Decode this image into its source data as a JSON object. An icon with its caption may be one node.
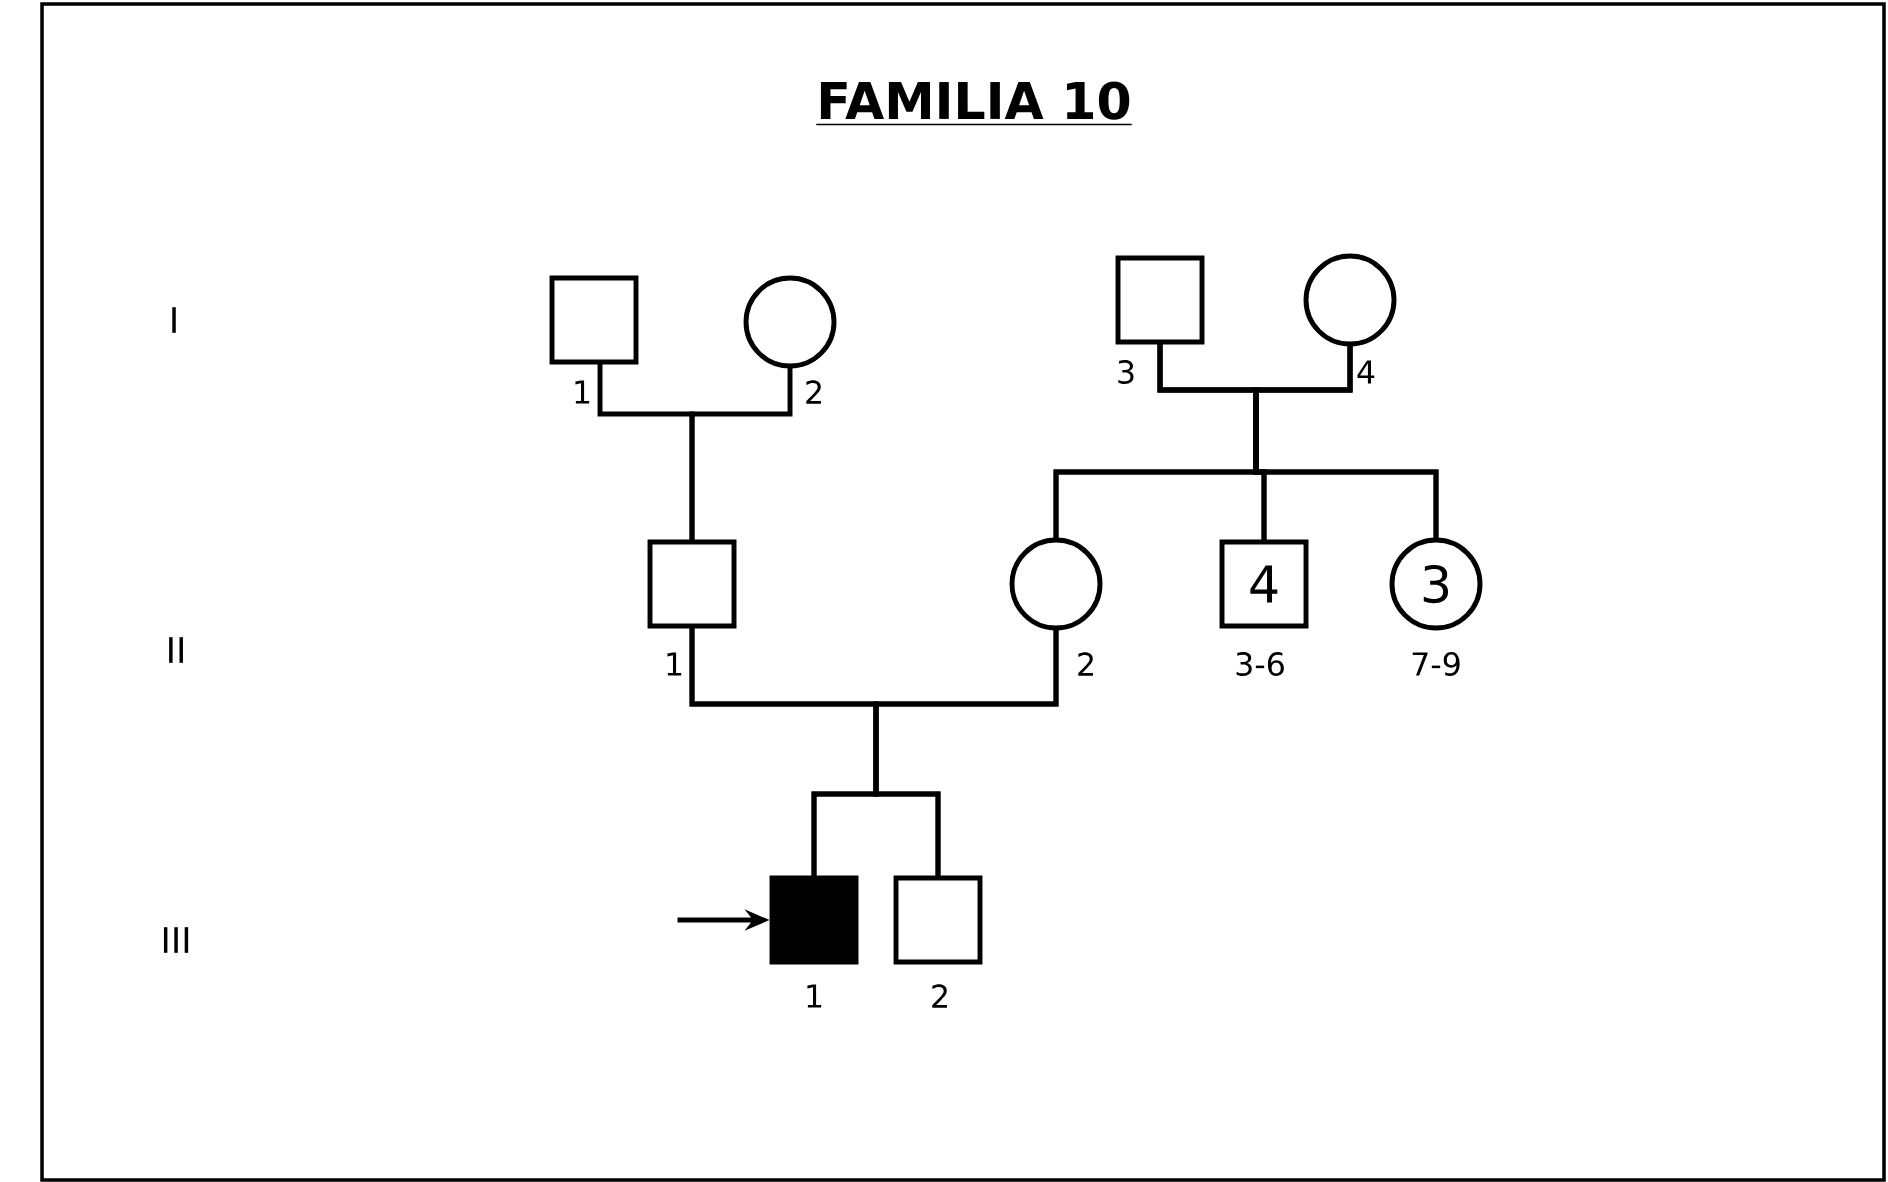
{
  "diagram": {
    "title": "FAMILIA 10",
    "nodes": [
      {
        "text": [],
        "shape": "box",
        "beside": [
          "1"
        ]
      },
      {
        "text": [],
        "shape": "circle",
        "beside": [
          "2"
        ]
      },
      {
        "text": [],
        "shape": "box",
        "beside": [
          "3"
        ]
      },
      {
        "text": [],
        "shape": "circle",
        "beside": [
          "4"
        ]
      },
      {
        "text": [],
        "shape": "box",
        "beside": [
          "1"
        ]
      },
      {
        "text": [],
        "shape": "circle",
        "beside": [
          "2"
        ]
      },
      {
        "text": [
          "4"
        ],
        "beside": [
          "3-6"
        ]
      },
      {
        "text": [
          "3"
        ],
        "beside": [
          "7-9"
        ]
      },
      {
        "text": [],
        "shape": "box",
        "beside": [
          "1"
        ]
      },
      {
        "text": [],
        "shape": "box",
        "beside": [
          "2"
        ]
      }
    ],
    "edges": [
      {
        "from": 0,
        "to": 4,
        "arrow": "none"
      },
      {
        "from": 1,
        "to": 4,
        "arrow": "none"
      },
      {
        "from": 2,
        "to": 5,
        "arrow": "none"
      },
      {
        "from": 3,
        "to": 5,
        "arrow": "none"
      },
      {
        "from": 2,
        "to": 6,
        "arrow": "none"
      },
      {
        "from": 3,
        "to": 6,
        "arrow": "none"
      },
      {
        "from": 2,
        "to": 7,
        "arrow": "none"
      },
      {
        "from": 3,
        "to": 7,
        "arrow": "none"
      },
      {
        "from": 4,
        "to": 8,
        "arrow": "none"
      },
      {
        "from": 5,
        "to": 8,
        "arrow": "none"
      },
      {
        "from": 4,
        "to": 9,
        "arrow": "none"
      },
      {
        "from": 5,
        "to": 9,
        "arrow": "none"
      },
      {
        "from": null,
        "to": 8,
        "arrow": "to"
      }
    ],
    "labels": [
      "I",
      "II",
      "III"
    ]
  }
}
